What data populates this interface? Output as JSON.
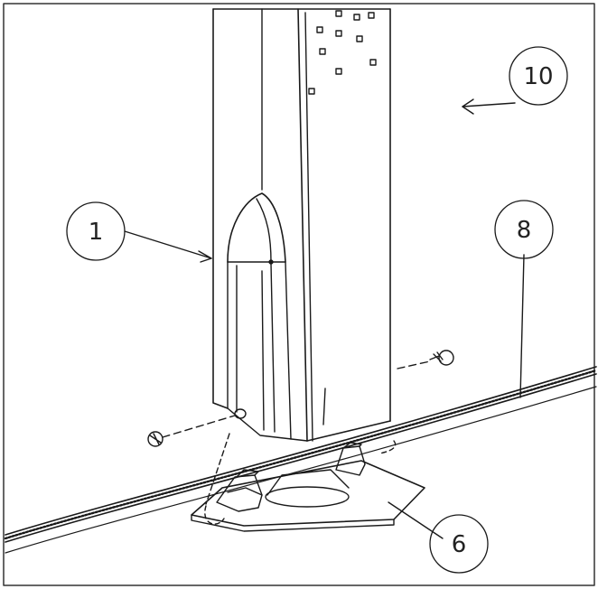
{
  "callouts": [
    {
      "id": "callout-1",
      "label": "1"
    },
    {
      "id": "callout-6",
      "label": "6"
    },
    {
      "id": "callout-8",
      "label": "8"
    },
    {
      "id": "callout-10",
      "label": "10"
    }
  ],
  "colors": {
    "line": "#1a1a1a",
    "background": "#ffffff"
  }
}
